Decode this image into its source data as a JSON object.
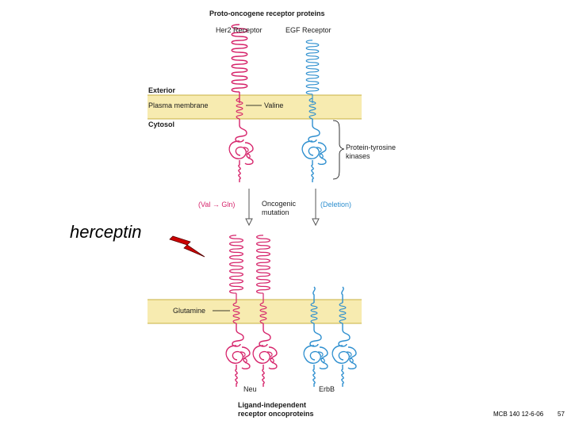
{
  "diagram": {
    "title": "Proto-oncogene receptor proteins",
    "her2_label": "Her2 Receptor",
    "egf_label": "EGF Receptor",
    "exterior_label": "Exterior",
    "membrane_label": "Plasma membrane",
    "cytosol_label": "Cytosol",
    "valine_label": "Valine",
    "kinase_label_line1": "Protein-tyrosine",
    "kinase_label_line2": "kinases",
    "val_gln_label": "(Val → Gln)",
    "oncogenic_line1": "Oncogenic",
    "oncogenic_line2": "mutation",
    "deletion_label": "(Deletion)",
    "glutamine_label": "Glutamine",
    "neu_label": "Neu",
    "erbb_label": "ErbB",
    "bottom_title_line1": "Ligand-independent",
    "bottom_title_line2": "receptor oncoproteins",
    "colors": {
      "her2": "#d6246b",
      "egf": "#2e8fcf",
      "membrane": "#f7ebb0",
      "membrane_edge": "#c8b040",
      "bolt": "#cc0000"
    }
  },
  "slide": {
    "drug_label": "herceptin",
    "footer_course": "MCB 140 12-6-06",
    "page_number": "57"
  }
}
